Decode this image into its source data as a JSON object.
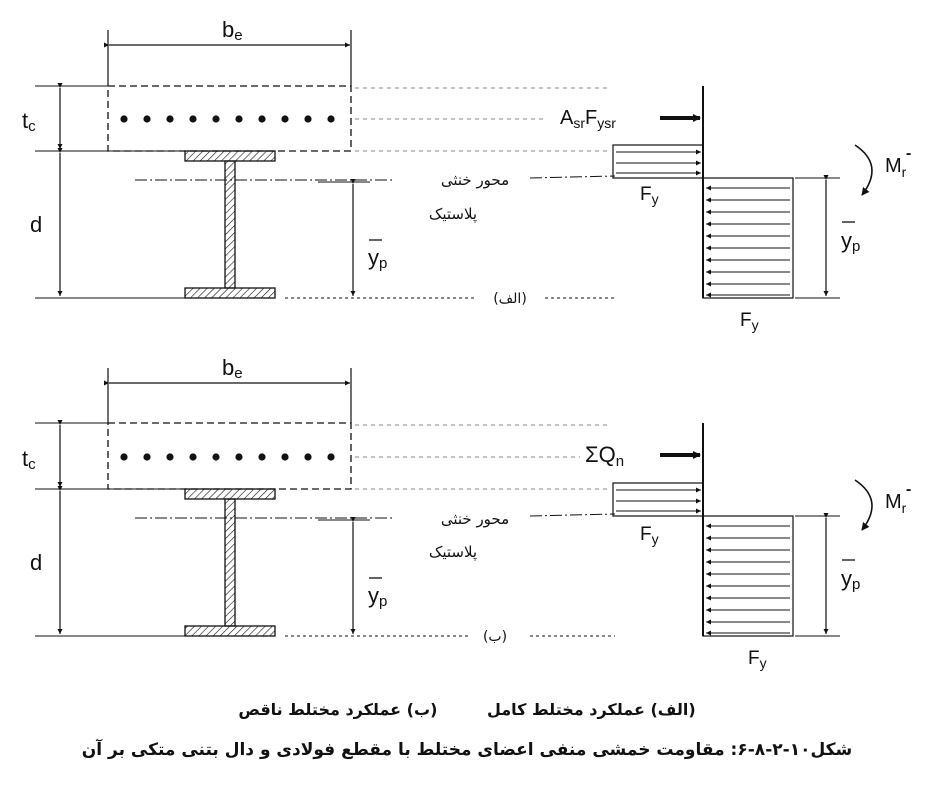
{
  "panels": [
    {
      "id": "a",
      "be": "b",
      "be_sub": "e",
      "tc": "t",
      "tc_sub": "c",
      "d": "d",
      "yp": "y",
      "yp_sub": "p",
      "axis_line1": "محور خنثی",
      "axis_line2": "پلاستیک",
      "tag": "(الف)",
      "force_top_main": "A",
      "force_top_sub1": "sr",
      "force_top_main2": "F",
      "force_top_sub2": "ysr",
      "fy_mid": "F",
      "fy_mid_sub": "y",
      "fy_bot": "F",
      "fy_bot_sub": "y",
      "moment": "M",
      "moment_sub": "r",
      "moment_sup": "-"
    },
    {
      "id": "b",
      "be": "b",
      "be_sub": "e",
      "tc": "t",
      "tc_sub": "c",
      "d": "d",
      "yp": "y",
      "yp_sub": "p",
      "axis_line1": "محور خنثی",
      "axis_line2": "پلاستیک",
      "tag": "(ب)",
      "force_top_main": "ΣQ",
      "force_top_sub1": "n",
      "force_top_main2": "",
      "force_top_sub2": "",
      "fy_mid": "F",
      "fy_mid_sub": "y",
      "fy_bot": "F",
      "fy_bot_sub": "y",
      "moment": "M",
      "moment_sub": "r",
      "moment_sup": "-"
    }
  ],
  "legend": {
    "full": "(الف) عملکرد مختلط کامل",
    "partial": "(ب) عملکرد مختلط ناقص"
  },
  "caption": "شکل۱۰-۲-۸-۶: مقاومت خمشی منفی اعضای مختلط با مقطع فولادی و دال بتنی متکی بر آن"
}
